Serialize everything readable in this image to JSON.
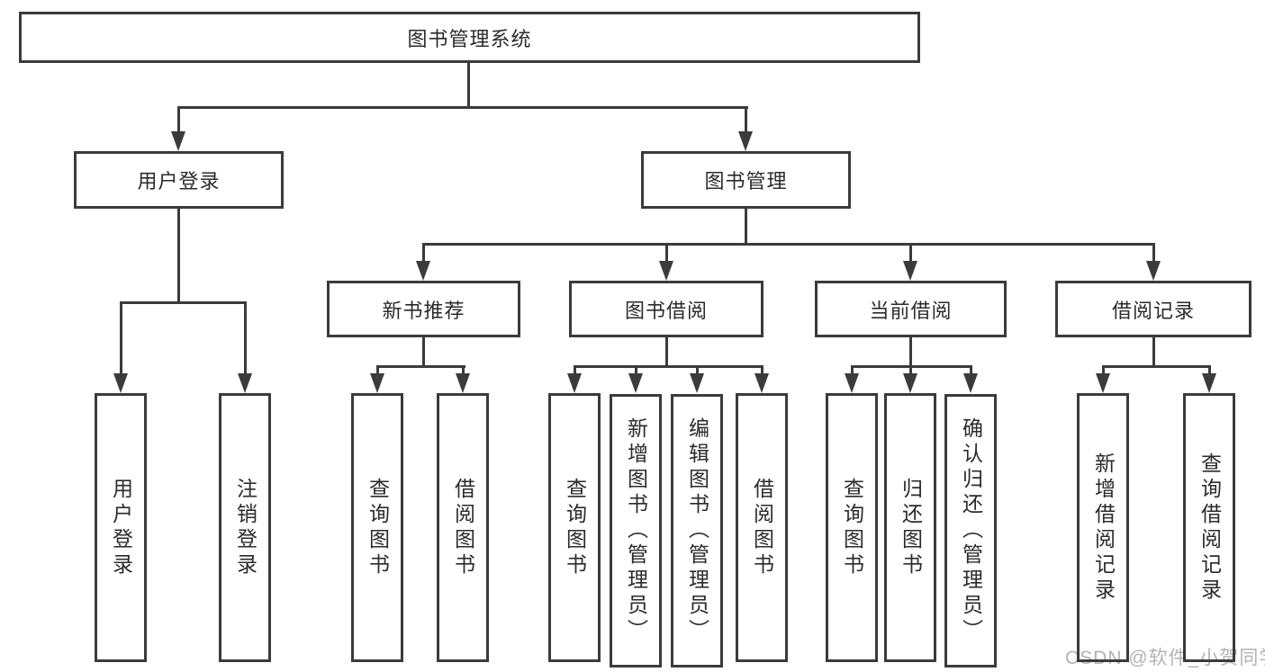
{
  "diagram": {
    "root": {
      "label": "图书管理系统"
    },
    "level2": [
      {
        "label": "用户登录"
      },
      {
        "label": "图书管理"
      }
    ],
    "level3": [
      {
        "label": "新书推荐"
      },
      {
        "label": "图书借阅"
      },
      {
        "label": "当前借阅"
      },
      {
        "label": "借阅记录"
      }
    ],
    "leaves": {
      "user_login": [
        {
          "label": "用户登录"
        },
        {
          "label": "注销登录"
        }
      ],
      "new_books": [
        {
          "label": "查询图书"
        },
        {
          "label": "借阅图书"
        }
      ],
      "book_borrow": [
        {
          "label": "查询图书"
        },
        {
          "label": "新增图书（管理员）"
        },
        {
          "label": "编辑图书（管理员）"
        },
        {
          "label": "借阅图书"
        }
      ],
      "current_borrow": [
        {
          "label": "查询图书"
        },
        {
          "label": "归还图书"
        },
        {
          "label": "确认归还（管理员）"
        }
      ],
      "borrow_records": [
        {
          "label": "新增借阅记录"
        },
        {
          "label": "查询借阅记录"
        }
      ]
    },
    "colors": {
      "line": "#3b3b3b",
      "text": "#2b2b2b",
      "background": "#ffffff",
      "watermark": "#b3b3b3"
    }
  },
  "watermark": {
    "text": "CSDN @软件_小贺同学"
  }
}
